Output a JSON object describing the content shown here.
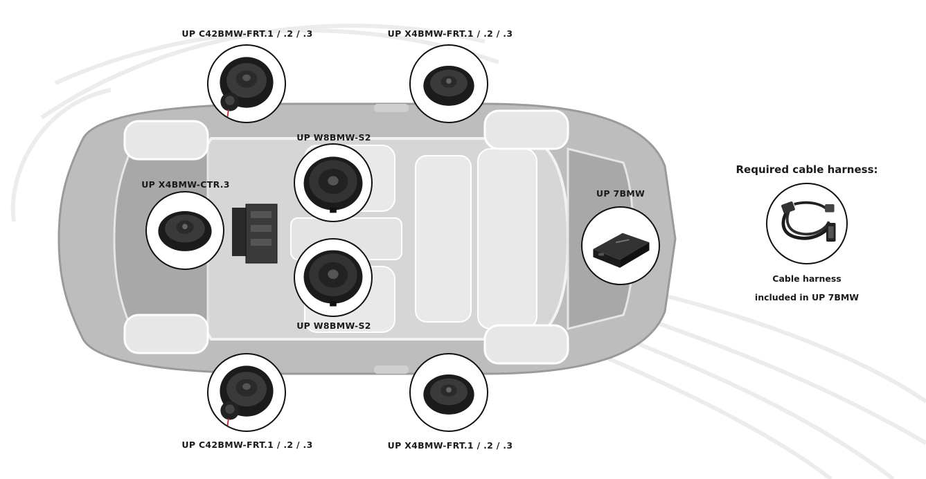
{
  "components": {
    "front_left_component": "UP C42BMW-FRT.1 / .2 / .3",
    "front_right_component": "UP X4BMW-FRT.1 / .2 / .3",
    "subwoofer_upper": "UP W8BMW-S2",
    "center_speaker": "UP X4BMW-CTR.3",
    "amplifier": "UP 7BMW",
    "subwoofer_lower": "UP W8BMW-S2",
    "rear_left_component": "UP C42BMW-FRT.1 / .2 / .3",
    "rear_right_component": "UP X4BMW-FRT.1 / .2 / .3"
  },
  "harness": {
    "title": "Required cable harness:",
    "caption_line1": "Cable harness",
    "caption_line2": "included in UP 7BMW"
  },
  "icons": {
    "car": "car-topview-icon",
    "speaker": "speaker-icon",
    "tweeter": "tweeter-icon",
    "amplifier": "amplifier-icon",
    "cable": "cable-harness-icon"
  },
  "colors": {
    "outline": "#111111",
    "car_body": "#b9b9b9",
    "text": "#1a1a1a"
  }
}
